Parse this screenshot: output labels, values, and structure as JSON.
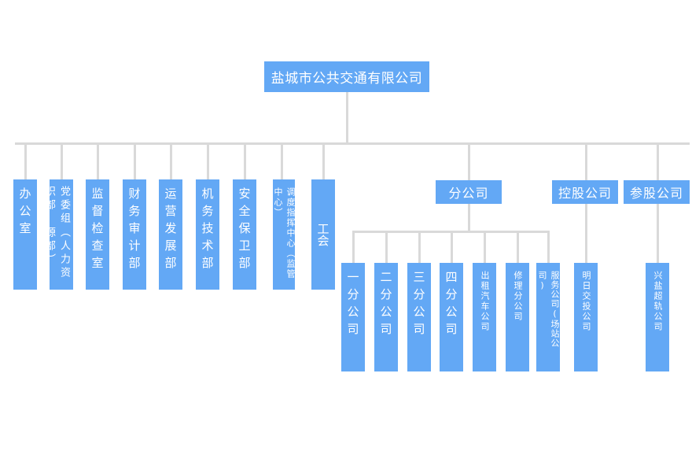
{
  "diagram": {
    "title_node": {
      "label": "盐城市公共交通有限公司"
    },
    "theme": {
      "node_fill": "#63a8f5",
      "node_text": "#ffffff",
      "line_color": "#d9d9d9",
      "background": "#ffffff"
    },
    "departments": [
      {
        "label": "办公室"
      },
      {
        "label_col1": "党委组织部",
        "label_col2": "（人力资源部）"
      },
      {
        "label": "监督检查室"
      },
      {
        "label": "财务审计部"
      },
      {
        "label": "运营发展部"
      },
      {
        "label": "机务技术部"
      },
      {
        "label": "安全保卫部"
      },
      {
        "label": "调度指挥中心（监管中心）"
      },
      {
        "label": "工会"
      }
    ],
    "groups": [
      {
        "label": "分公司"
      },
      {
        "label": "控股公司"
      },
      {
        "label": "参股公司"
      }
    ],
    "branches": [
      {
        "label": "一分公司"
      },
      {
        "label": "二分公司"
      },
      {
        "label": "三分公司"
      },
      {
        "label": "四分公司"
      },
      {
        "label": "出租汽车公司"
      },
      {
        "label": "修理分公司"
      },
      {
        "label": "服务公司(场站公司)"
      }
    ],
    "holding_children": [
      {
        "label": "明日交投公司"
      }
    ],
    "participating_children": [
      {
        "label": "兴盐超轨公司"
      }
    ]
  }
}
